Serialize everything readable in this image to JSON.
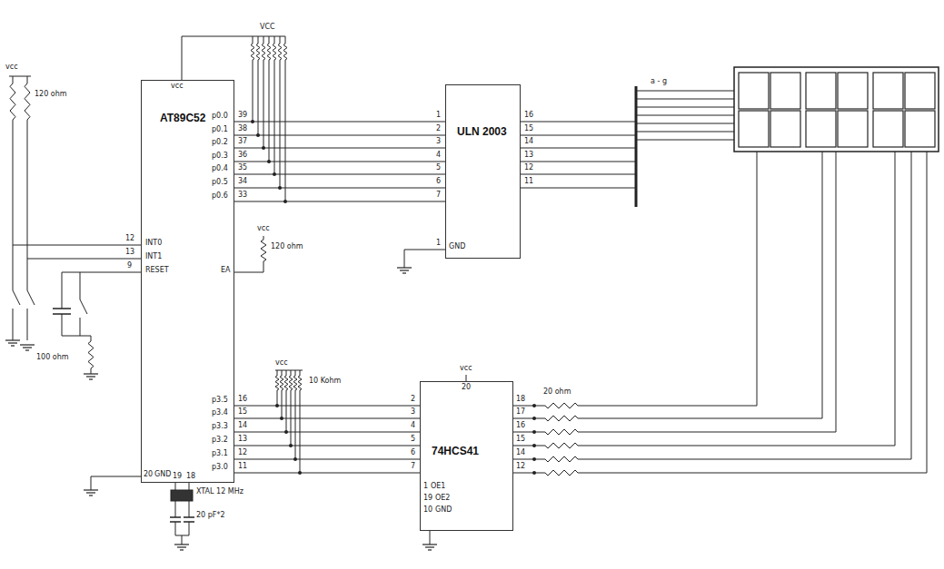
{
  "diagram": {
    "nodes": [
      {
        "text": [
          "AT89C52"
        ]
      },
      {
        "text": [
          "ULN 2003"
        ]
      },
      {
        "text": [
          "74HCS41"
        ]
      }
    ],
    "edges": [
      {
        "from": 0,
        "to": 1,
        "arrow": "none"
      },
      {
        "from": 0,
        "to": 1,
        "arrow": "none"
      },
      {
        "from": 0,
        "to": 1,
        "arrow": "none"
      },
      {
        "from": 0,
        "to": 1,
        "arrow": "none"
      },
      {
        "from": 0,
        "to": 1,
        "arrow": "none"
      },
      {
        "from": 0,
        "to": 1,
        "arrow": "none"
      },
      {
        "from": 0,
        "to": 1,
        "arrow": "none"
      },
      {
        "from": 0,
        "to": 2,
        "arrow": "none"
      },
      {
        "from": 0,
        "to": 2,
        "arrow": "none"
      },
      {
        "from": 0,
        "to": 2,
        "arrow": "none"
      },
      {
        "from": 0,
        "to": 2,
        "arrow": "none"
      },
      {
        "from": 0,
        "to": 2,
        "arrow": "none"
      },
      {
        "from": 0,
        "to": 2,
        "arrow": "none"
      }
    ],
    "labels": [
      "VCC",
      "vcc",
      "p0.0",
      "p0.1",
      "p0.2",
      "p0.3",
      "p0.4",
      "p0.5",
      "p0.6",
      "39",
      "38",
      "37",
      "36",
      "35",
      "34",
      "33",
      "120 ohm",
      "vcc",
      "12",
      "INT0",
      "13",
      "INT1",
      "9",
      "RESET",
      "EA",
      "vcc",
      "120 ohm",
      "100 ohm",
      "vcc",
      "10 Kohm",
      "p3.5",
      "p3.4",
      "p3.3",
      "p3.2",
      "p3.1",
      "p3.0",
      "16",
      "15",
      "14",
      "13",
      "12",
      "11",
      "20",
      "GND",
      "19",
      "18",
      "XTAL 12 MHz",
      "20 pF*2",
      "1",
      "2",
      "3",
      "4",
      "5",
      "6",
      "7",
      "16",
      "15",
      "14",
      "13",
      "12",
      "11",
      "1",
      "GND",
      "a - g",
      "vcc",
      "20",
      "2",
      "3",
      "4",
      "5",
      "6",
      "7",
      "18",
      "17",
      "16",
      "15",
      "14",
      "12",
      "20 ohm",
      "1",
      "OE1",
      "19",
      "OE2",
      "10",
      "GND"
    ]
  }
}
